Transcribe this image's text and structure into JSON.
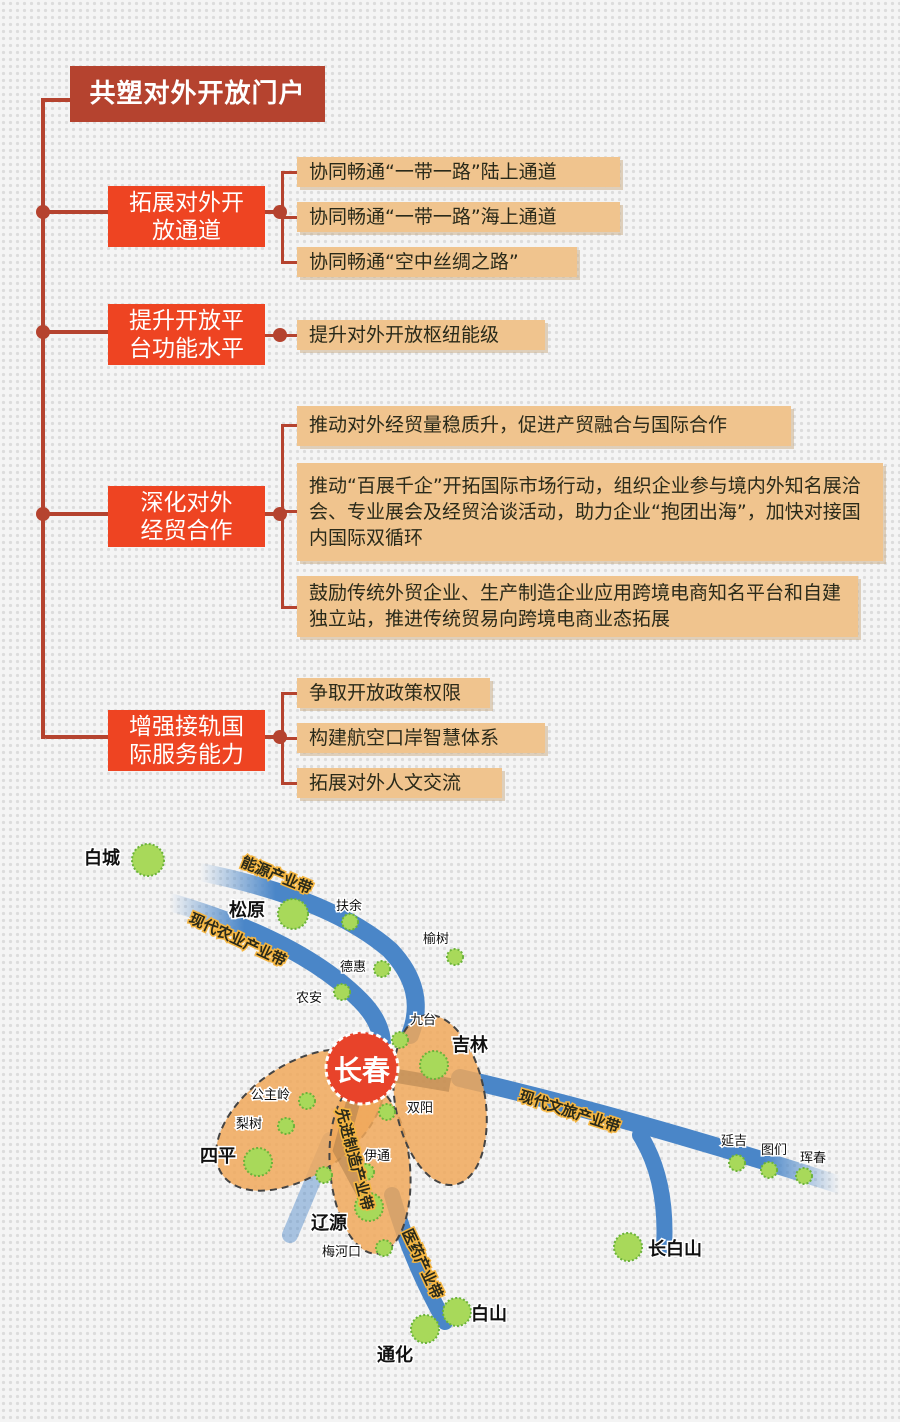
{
  "title": "共塑对外开放门户",
  "colors": {
    "title_bg": "#b5432f",
    "category_bg": "#ee4422",
    "item_bg": "#f0c48e",
    "belt": "#4a86c8",
    "zone": "#f0a85a",
    "city": "#a8d95a",
    "core": "#e8432a"
  },
  "categories": [
    {
      "label": "拓展对外开放通道",
      "items": [
        "协同畅通“一带一路”陆上通道",
        "协同畅通“一带一路”海上通道",
        "协同畅通“空中丝绸之路”"
      ]
    },
    {
      "label": "提升开放平台功能水平",
      "items": [
        "提升对外开放枢纽能级"
      ]
    },
    {
      "label": "深化对外经贸合作",
      "items": [
        "推动对外经贸量稳质升，促进产贸融合与国际合作",
        "推动“百展千企”开拓国际市场行动，组织企业参与境内外知名展洽会、专业展会及经贸洽谈活动，助力企业“抱团出海”，加快对接国内国际双循环",
        "鼓励传统外贸企业、生产制造企业应用跨境电商知名平台和自建独立站，推进传统贸易向跨境电商业态拓展"
      ]
    },
    {
      "label": "增强接轨国际服务能力",
      "items": [
        "争取开放政策权限",
        "构建航空口岸智慧体系",
        "拓展对外人文交流"
      ]
    }
  ],
  "map": {
    "core": "长春",
    "belts": [
      "能源产业带",
      "现代农业产业带",
      "现代文旅产业带",
      "先进制造产业带",
      "医药产业带"
    ],
    "cities": [
      "白城",
      "松原",
      "扶余",
      "榆树",
      "德惠",
      "农安",
      "九台",
      "吉林",
      "双阳",
      "公主岭",
      "梨树",
      "四平",
      "伊通",
      "辽源",
      "梅河口",
      "白山",
      "通化",
      "长白山",
      "延吉",
      "图们",
      "珲春"
    ]
  }
}
